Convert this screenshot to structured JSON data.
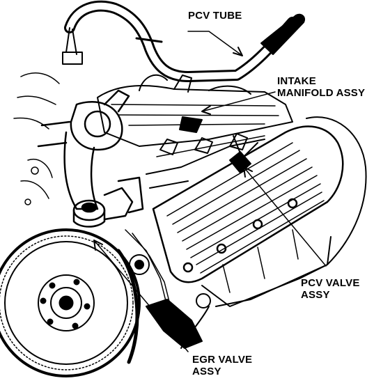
{
  "diagram": {
    "colors": {
      "ink": "#000000",
      "paper": "#ffffff"
    },
    "callouts": {
      "pcv_tube": {
        "lines": [
          "PCV TUBE"
        ]
      },
      "intake_manifold": {
        "lines": [
          "INTAKE",
          "MANIFOLD ASSY"
        ]
      },
      "pcv_valve": {
        "lines": [
          "PCV VALVE",
          "ASSY"
        ]
      },
      "egr_valve": {
        "lines": [
          "EGR VALVE",
          "ASSY"
        ]
      }
    }
  }
}
